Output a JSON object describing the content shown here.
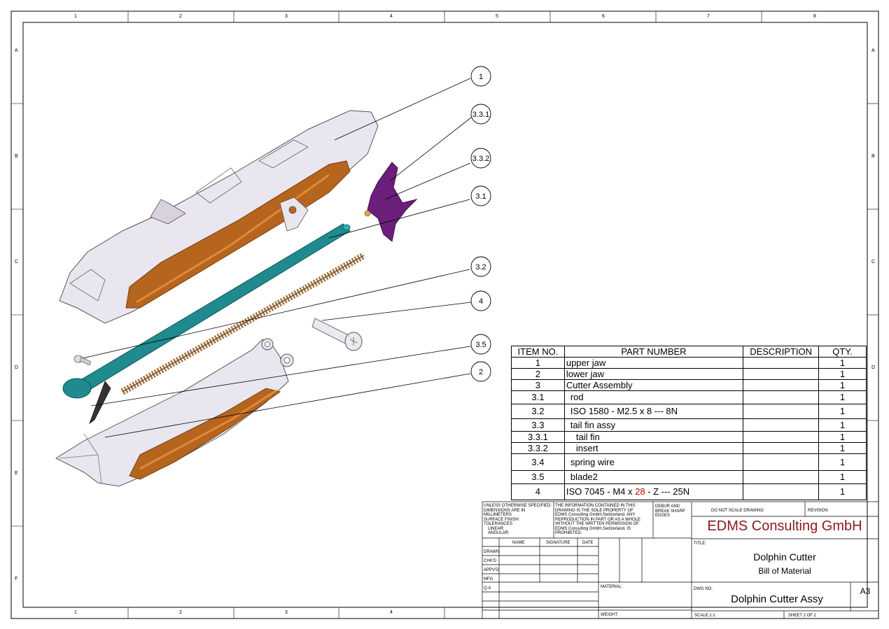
{
  "grid": {
    "cols": [
      "1",
      "2",
      "3",
      "4",
      "5",
      "6",
      "7",
      "8"
    ],
    "rows": [
      "A",
      "B",
      "C",
      "D",
      "E",
      "F"
    ]
  },
  "balloons": [
    "1",
    "3.3.1",
    "3.3.2",
    "3.1",
    "3.2",
    "4",
    "3.5",
    "2"
  ],
  "bom": {
    "headers": {
      "item": "ITEM NO.",
      "part": "PART NUMBER",
      "desc": "DESCRIPTION",
      "qty": "QTY."
    },
    "rows": [
      {
        "item": "1",
        "part": "upper jaw",
        "qty": "1"
      },
      {
        "item": "2",
        "part": "lower jaw",
        "qty": "1"
      },
      {
        "item": "3",
        "part": "Cutter Assembly",
        "qty": "1"
      },
      {
        "item": "3.1",
        "part": "rod",
        "qty": "1"
      },
      {
        "item": "3.2",
        "part": "ISO 1580 - M2.5 x 8 --- 8N",
        "qty": "1"
      },
      {
        "item": "3.3",
        "part": "tail fin assy",
        "qty": "1"
      },
      {
        "item": "3.3.1",
        "part": "tail fin",
        "qty": "1"
      },
      {
        "item": "3.3.2",
        "part": "insert",
        "qty": "1"
      },
      {
        "item": "3.4",
        "part": "spring wire",
        "qty": "1"
      },
      {
        "item": "3.5",
        "part": "blade2",
        "qty": "1"
      },
      {
        "item": "4",
        "part_a": "ISO 7045 - M4 x ",
        "part_b": "28",
        "part_c": " - Z --- 25N",
        "qty": "1"
      }
    ]
  },
  "title_block": {
    "unless": "UNLESS OTHERWISE SPECIFIED:",
    "dims": "DIMENSIONS ARE IN MILLIMETERS",
    "finish": "SURFACE FINISH:",
    "tolerances": "TOLERANCES:",
    "linear": "LINEAR:",
    "angular": "ANGULAR:",
    "proprietary": [
      "THE INFORMATION CONTAINED IN THIS",
      "DRAWING IS THE SOLE PROPERTY OF",
      "EDMS Consulting GmbH,Switzerland. ANY",
      "REPRODUCTION IN PART OR AS A WHOLE",
      "WITHOUT THE WRITTEN PERMISSION OF",
      "EDMS Consulting GmbH,Switzerland, IS",
      "PROHIBITED."
    ],
    "deburr": [
      "DEBUR AND",
      "BREAK SHARP",
      "EDGES"
    ],
    "no_scale": "DO NOT SCALE DRAWING",
    "revision": "REVISION",
    "company": "EDMS Consulting GmbH",
    "name": "NAME",
    "signature": "SIGNATURE",
    "date": "DATE",
    "roles": [
      "DRAWN",
      "CHK'D",
      "APPV'D",
      "MFG",
      "Q.A"
    ],
    "title_label": "TITLE:",
    "title1": "Dolphin Cutter",
    "title2": "Bill of Material",
    "material": "MATERIAL:",
    "dwg_no_label": "DWG NO.",
    "dwg_no": "Dolphin Cutter Assy",
    "size": "A3",
    "weight": "WEIGHT:",
    "scale": "SCALE:1:1",
    "sheet": "SHEET 2 OF 2"
  },
  "colors": {
    "body": "#e9e6ef",
    "wood": "#b5651d",
    "rod": "#1f8b8f",
    "fin": "#6b1f7a",
    "spring": "#a0703c",
    "company": "#8b1a1a"
  }
}
